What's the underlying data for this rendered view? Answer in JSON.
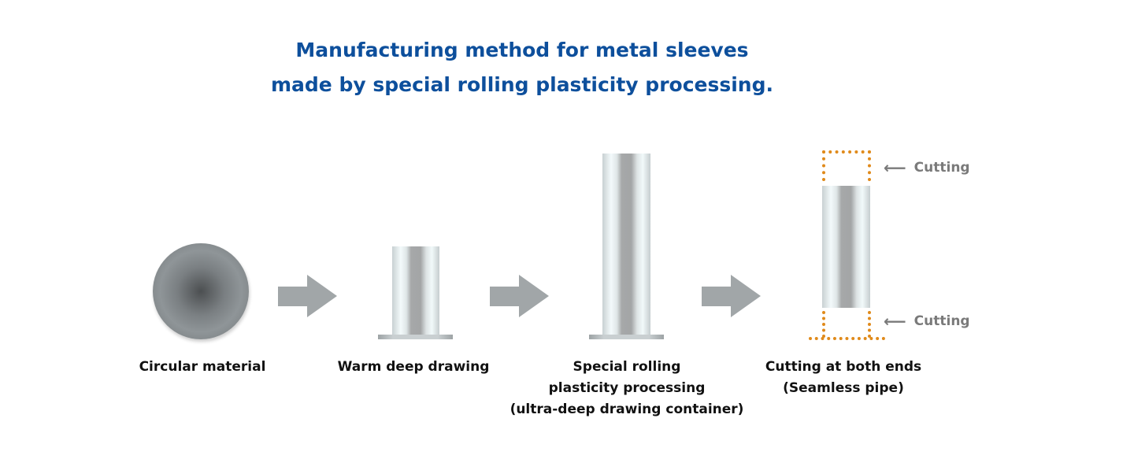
{
  "title": {
    "line1": "Manufacturing method for metal sleeves",
    "line2": "made by special rolling plasticity processing."
  },
  "steps": [
    {
      "label": [
        "Circular material"
      ]
    },
    {
      "label": [
        "Warm deep drawing"
      ]
    },
    {
      "label": [
        "Special rolling",
        "plasticity processing",
        "(ultra-deep drawing container)"
      ]
    },
    {
      "label": [
        "Cutting at both ends",
        "(Seamless pipe)"
      ]
    }
  ],
  "cutting": {
    "top": "Cutting",
    "bottom": "Cutting",
    "arrow_icon": "arrow-left-icon"
  },
  "colors": {
    "title": "#0d4f9c",
    "cut_outline": "#e08a1a",
    "arrow": "#a1a6a8"
  }
}
